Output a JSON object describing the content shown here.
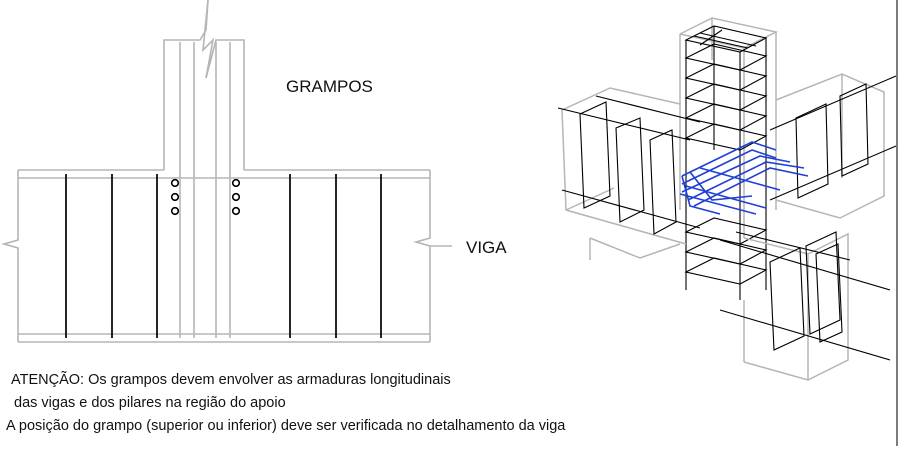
{
  "labels": {
    "grampos": "GRAMPOS",
    "viga": "VIGA"
  },
  "notes": [
    "ATENÇÃO: Os grampos devem envolver as armaduras longitudinais",
    "das vigas e dos pilares na região do apoio",
    "A posição do grampo (superior ou inferior) deve ser verificada no detalhamento da viga"
  ],
  "colors": {
    "concrete_outline": "#b5b5b5",
    "rebar": "#000000",
    "grampo_highlight": "#1f3fd6"
  }
}
